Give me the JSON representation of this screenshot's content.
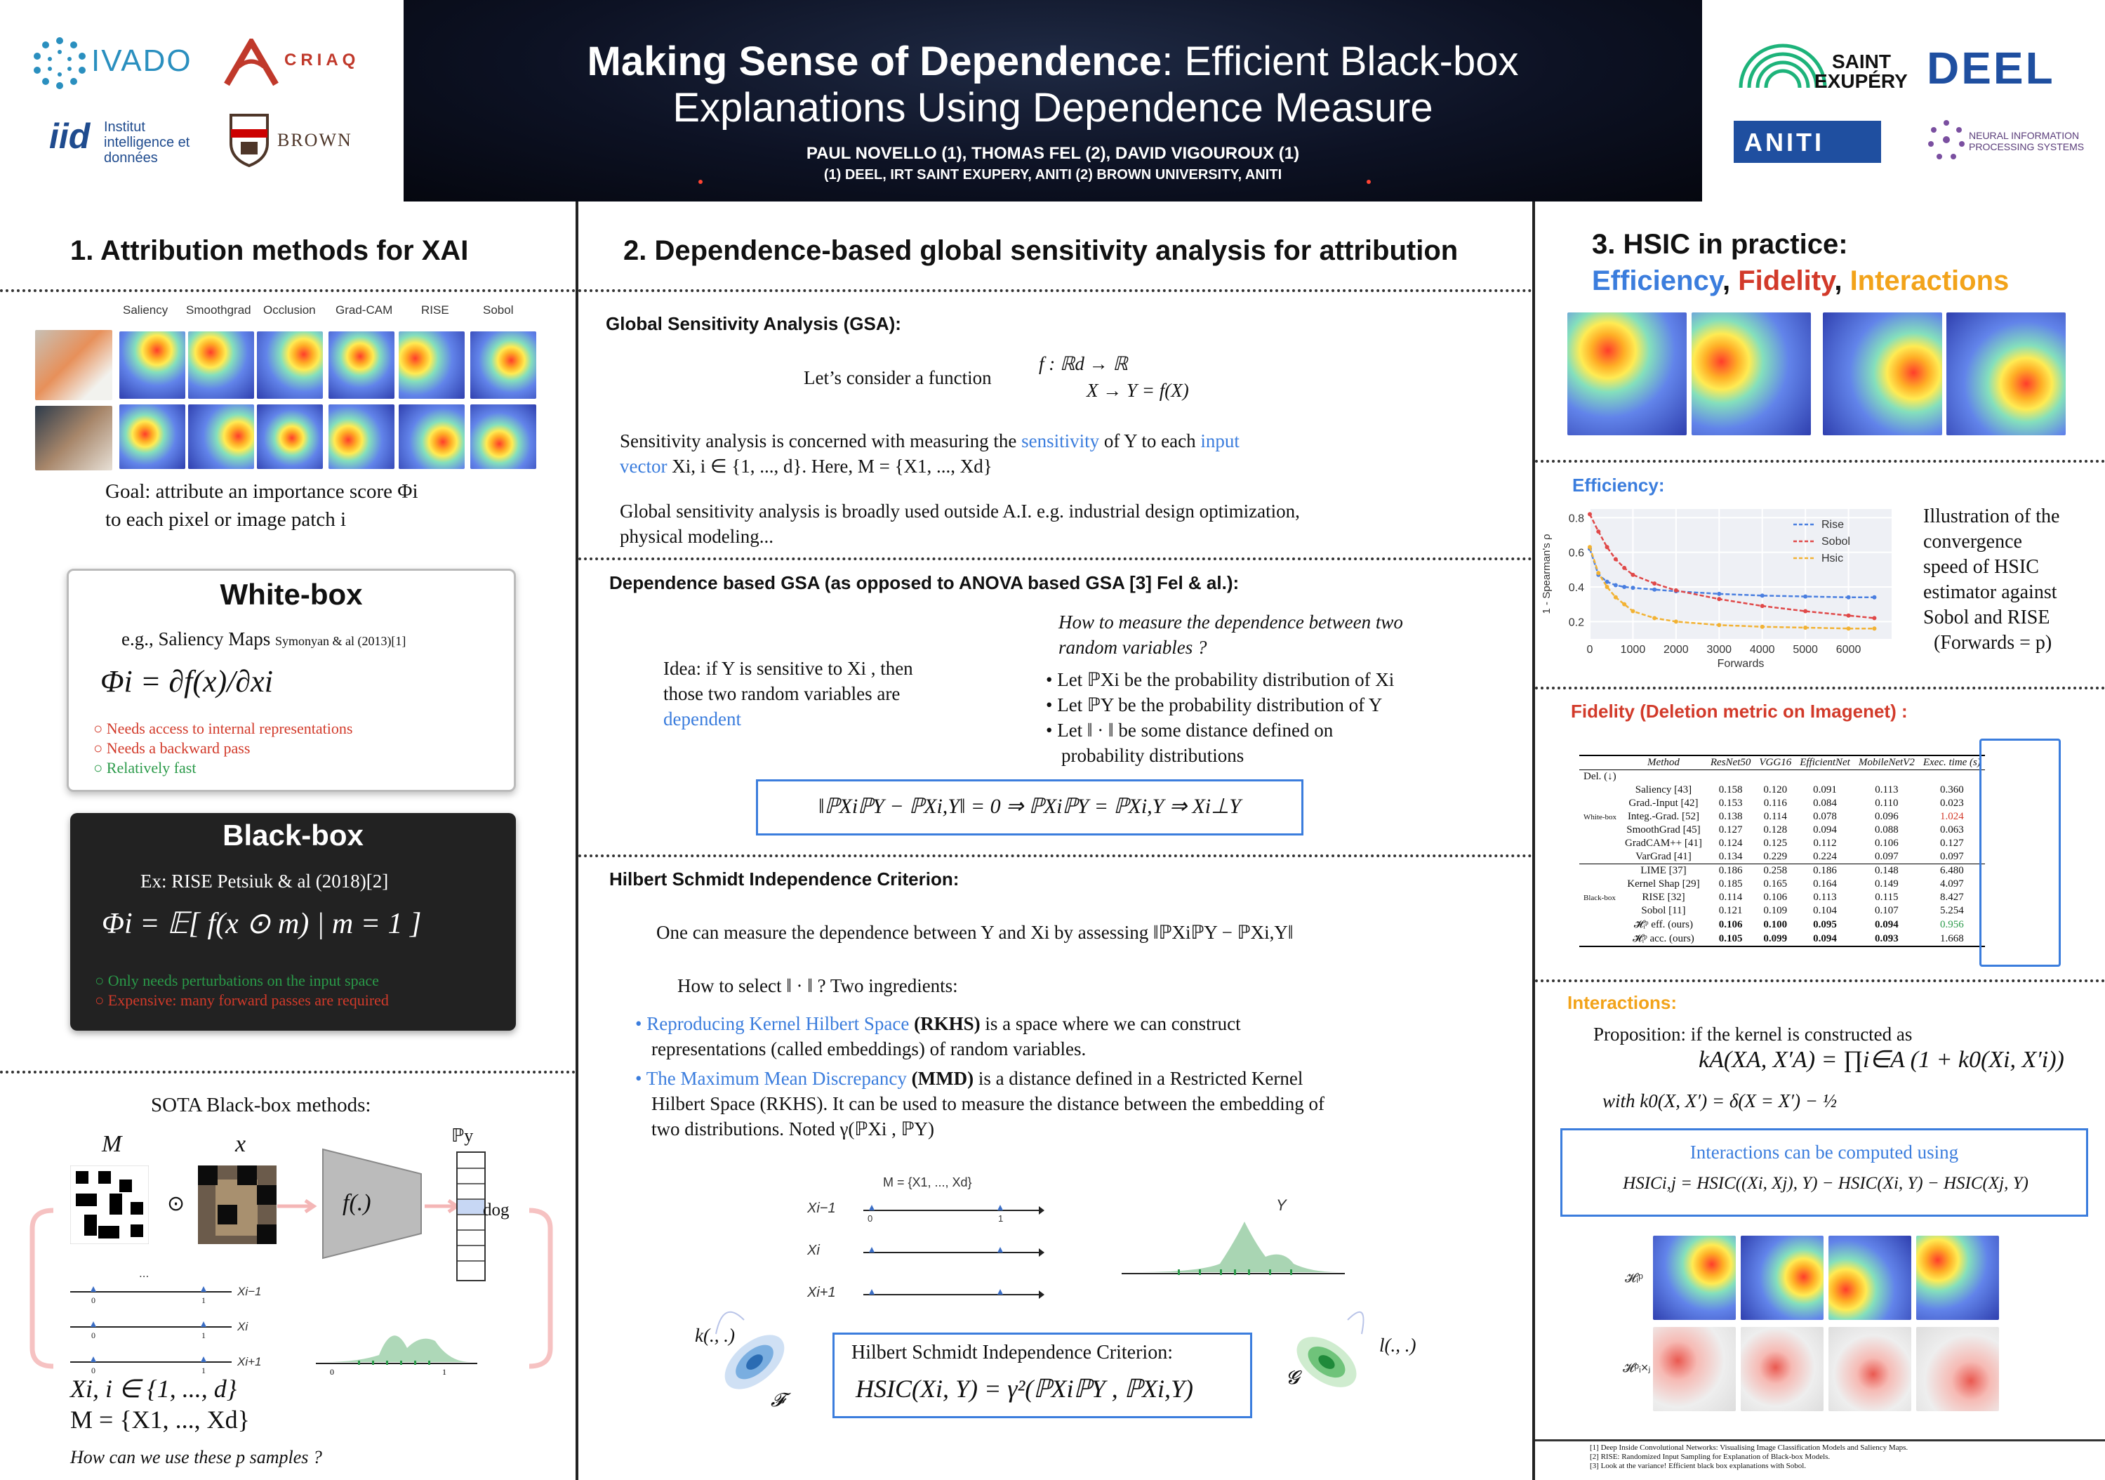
{
  "header": {
    "title_bold": "Making Sense of Dependence",
    "title_rest": ": Efficient Black-box",
    "title_line2": "Explanations Using Dependence Measure",
    "authors": "PAUL NOVELLO (1), THOMAS FEL (2), DAVID VIGOUROUX (1)",
    "affiliations": "(1) DEEL, IRT SAINT EXUPERY, ANITI (2) BROWN UNIVERSITY, ANITI",
    "logos_left": {
      "ivado": "IVADO",
      "criaq": "CRIAQ",
      "iid": "Institut intelligence et données",
      "brown": "BROWN"
    },
    "logos_right": {
      "saint": "SAINT",
      "exupery": "EXUPÉRY",
      "deel": "DEEL",
      "aniti": "ANITI",
      "neurips": "NEURAL INFORMATION PROCESSING SYSTEMS"
    }
  },
  "section1": {
    "title": "1. Attribution methods for XAI",
    "methods": [
      "Saliency",
      "Smoothgrad",
      "Occlusion",
      "Grad-CAM",
      "RISE",
      "Sobol"
    ],
    "goal_line1": "Goal: attribute an importance score Φi",
    "goal_line2": "to each pixel or image patch i",
    "whitebox": {
      "title": "White-box",
      "example": "e.g., Saliency Maps",
      "cite": "Symonyan & al (2013)[1]",
      "formula": "Φi = ∂f(x)/∂xi",
      "bullets": [
        "○ Needs access to internal representations",
        "○ Needs a backward pass",
        "○ Relatively fast"
      ]
    },
    "blackbox": {
      "title": "Black-box",
      "example": "Ex: RISE Petsiuk & al (2018)[2]",
      "formula": "Φi = 𝔼[ f(x ⊙ m) | m = 1 ]",
      "bullets": [
        "○ Only needs perturbations on the input space",
        "○ Expensive: many forward passes are required"
      ]
    },
    "sota_title": "SOTA Black-box methods:",
    "sota": {
      "M": "M",
      "x": "x",
      "f": "f(.)",
      "py": "ℙy",
      "dog": "dog",
      "dots": "...",
      "xi_minus": "Xi−1",
      "xi": "Xi",
      "xi_plus": "Xi+1",
      "line1": "Xi, i ∈ {1, ..., d}",
      "line2": "M = {X1, ..., Xd}",
      "question": "How can we use these p samples ?"
    }
  },
  "section2": {
    "title": "2. Dependence-based global sensitivity analysis for attribution",
    "gsa_title": "Global Sensitivity Analysis (GSA):",
    "gsa_intro": "Let’s consider a function",
    "gsa_func1": "f : ℝd → ℝ",
    "gsa_func2": "X → Y = f(X)",
    "sens_line1a": "Sensitivity analysis is concerned with measuring the",
    "sens_word": "sensitivity",
    "sens_line1b": "of Y to each",
    "input_word": "input",
    "vector_word": "vector",
    "sens_line2": "Xi, i ∈ {1, ..., d}. Here, M = {X1, ..., Xd}",
    "gsa_line1": "Global sensitivity analysis is broadly used outside A.I. e.g. industrial design optimization,",
    "gsa_line2": "physical modeling...",
    "dep_title": "Dependence based GSA (as opposed to ANOVA based GSA [3] Fel & al.):",
    "idea_1": "Idea: if Y is sensitive to Xi , then",
    "idea_2": "those two random variables are",
    "idea_3": "dependent",
    "how_q1": "How to measure the dependence between two",
    "how_q2": "random variables ?",
    "how_b1": "• Let ℙXi be the probability distribution of Xi",
    "how_b2": "• Let ℙY be the probability distribution of Y",
    "how_b3": "• Let ‖ · ‖ be some distance defined on",
    "how_b4": "probability distributions",
    "dep_formula": "‖ℙXiℙY − ℙXi,Y‖ = 0 ⇒ ℙXiℙY = ℙXi,Y ⇒ Xi⊥Y",
    "hsic_title": "Hilbert Schmidt Independence Criterion:",
    "hsic_line": "One can measure the dependence between  Y  and  Xi  by assessing  ‖ℙXiℙY − ℙXi,Y‖",
    "how_select": "How to select ‖ · ‖  ?      Two ingredients:",
    "rkhs_link": "• Reproducing Kernel Hilbert Space",
    "rkhs_abbr": "(RKHS)",
    "rkhs_rest1": "is a space where we can construct",
    "rkhs_rest2": "representations (called embeddings) of random variables.",
    "mmd_link": "• The Maximum Mean Discrepancy",
    "mmd_abbr": "(MMD)",
    "mmd_rest1": "is a distance defined in a Restricted Kernel",
    "mmd_rest2": "Hilbert Space (RKHS). It can be used to measure the distance between the embedding of",
    "mmd_rest3": "two distributions. Noted γ(ℙXi , ℙY)",
    "diag": {
      "m_label": "M = {X1, ..., Xd}",
      "xi_minus": "Xi−1",
      "xi": "Xi",
      "xi_plus": "Xi+1",
      "y": "Y",
      "k": "k(., .)",
      "l": "l(., .)",
      "F": "𝓕",
      "G": "𝓖",
      "zero": "0",
      "one": "1"
    },
    "hsic_box_title": "Hilbert Schmidt Independence Criterion:",
    "hsic_box_formula": "HSIC(Xi, Y) = γ²(ℙXiℙY , ℙXi,Y)"
  },
  "section3": {
    "title": "3. HSIC in practice:",
    "kw_eff": "Efficiency",
    "kw_fid": "Fidelity",
    "kw_int": "Interactions",
    "sep": ",",
    "eff_title": "Efficiency:",
    "eff_text": [
      "Illustration of the",
      "convergence",
      "speed of HSIC",
      "estimator against",
      "Sobol and RISE",
      "(Forwards = p)"
    ],
    "fid_title": "Fidelity (Deletion metric on Imagenet) :",
    "int_title": "Interactions:",
    "prop": "Proposition: if the kernel is constructed as",
    "kernel": "kA(XA, X′A) = ∏i∈A (1 + k0(Xi, X′i))",
    "with": "with  k0(X, X′) = δ(X = X′) − ½",
    "int_box1": "Interactions can be computed using",
    "int_box2": "HSICi,j = HSIC((Xi, Xj), Y) − HSIC(Xi, Y) − HSIC(Xj, Y)",
    "row_lbl1": "𝓗ᵢᵖ",
    "row_lbl2": "𝓗ᵖᵢ×ⱼ",
    "refs": [
      "[1] Deep Inside Convolutional Networks: Visualising Image Classification Models and Saliency Maps.",
      "[2] RISE: Randomized Input Sampling for Explanation of Black-box Models.",
      "[3] Look at the variance! Efficient black box explanations with Sobol."
    ]
  },
  "chart_data": {
    "type": "line",
    "title": "",
    "xlabel": "Forwards",
    "ylabel": "1 - Spearman's ρ",
    "xlim": [
      0,
      7000
    ],
    "ylim": [
      0.1,
      0.85
    ],
    "xticks": [
      0,
      1000,
      2000,
      3000,
      4000,
      5000,
      6000
    ],
    "yticks": [
      0.2,
      0.4,
      0.6,
      0.8
    ],
    "legend_position": "top-right",
    "grid": true,
    "series": [
      {
        "name": "Rise",
        "color": "#4a7fe0",
        "x": [
          0,
          200,
          400,
          600,
          800,
          1000,
          1500,
          2000,
          3000,
          4000,
          5000,
          6000,
          6600
        ],
        "y": [
          0.62,
          0.47,
          0.43,
          0.41,
          0.4,
          0.395,
          0.385,
          0.375,
          0.36,
          0.35,
          0.345,
          0.34,
          0.34
        ]
      },
      {
        "name": "Sobol",
        "color": "#e04848",
        "x": [
          0,
          200,
          400,
          600,
          800,
          1000,
          1500,
          2000,
          3000,
          4000,
          5000,
          6000,
          6600
        ],
        "y": [
          0.82,
          0.72,
          0.63,
          0.56,
          0.51,
          0.47,
          0.42,
          0.38,
          0.33,
          0.29,
          0.26,
          0.235,
          0.22
        ]
      },
      {
        "name": "Hsic",
        "color": "#f2b233",
        "x": [
          0,
          200,
          400,
          600,
          800,
          1000,
          1500,
          2000,
          3000,
          4000,
          5000,
          6000,
          6600
        ],
        "y": [
          0.63,
          0.48,
          0.4,
          0.34,
          0.3,
          0.26,
          0.22,
          0.2,
          0.18,
          0.17,
          0.165,
          0.16,
          0.16
        ]
      }
    ]
  },
  "fidelity_table": {
    "headers": [
      "Method",
      "ResNet50",
      "VGG16",
      "EfficientNet",
      "MobileNetV2",
      "Exec. time (s)"
    ],
    "del_label": "Del. (↓)",
    "group1": "White-box",
    "group2": "Black-box",
    "rows_white": [
      [
        "Saliency [43]",
        "0.158",
        "0.120",
        "0.091",
        "0.113",
        "0.360"
      ],
      [
        "Grad.-Input [42]",
        "0.153",
        "0.116",
        "0.084",
        "0.110",
        "0.023"
      ],
      [
        "Integ.-Grad. [52]",
        "0.138",
        "0.114",
        "0.078",
        "0.096",
        "1.024"
      ],
      [
        "SmoothGrad [45]",
        "0.127",
        "0.128",
        "0.094",
        "0.088",
        "0.063"
      ],
      [
        "GradCAM++ [41]",
        "0.124",
        "0.125",
        "0.112",
        "0.106",
        "0.127"
      ],
      [
        "VarGrad [41]",
        "0.134",
        "0.229",
        "0.224",
        "0.097",
        "0.097"
      ]
    ],
    "rows_black": [
      [
        "LIME [37]",
        "0.186",
        "0.258",
        "0.186",
        "0.148",
        "6.480"
      ],
      [
        "Kernel Shap [29]",
        "0.185",
        "0.165",
        "0.164",
        "0.149",
        "4.097"
      ],
      [
        "RISE [32]",
        "0.114",
        "0.106",
        "0.113",
        "0.115",
        "8.427"
      ],
      [
        "Sobol [11]",
        "0.121",
        "0.109",
        "0.104",
        "0.107",
        "5.254"
      ],
      [
        "𝓗ᵢᵖ eff. (ours)",
        "0.106",
        "0.100",
        "0.095",
        "0.094",
        "0.956"
      ],
      [
        "𝓗ᵢᵖ acc. (ours)",
        "0.105",
        "0.099",
        "0.094",
        "0.093",
        "1.668"
      ]
    ]
  },
  "colors": {
    "accent_blue": "#3b7ddd",
    "red": "#d23a2a",
    "green": "#2a9a49",
    "orange": "#f2a31a",
    "header_bg": "#0b0f1e"
  }
}
